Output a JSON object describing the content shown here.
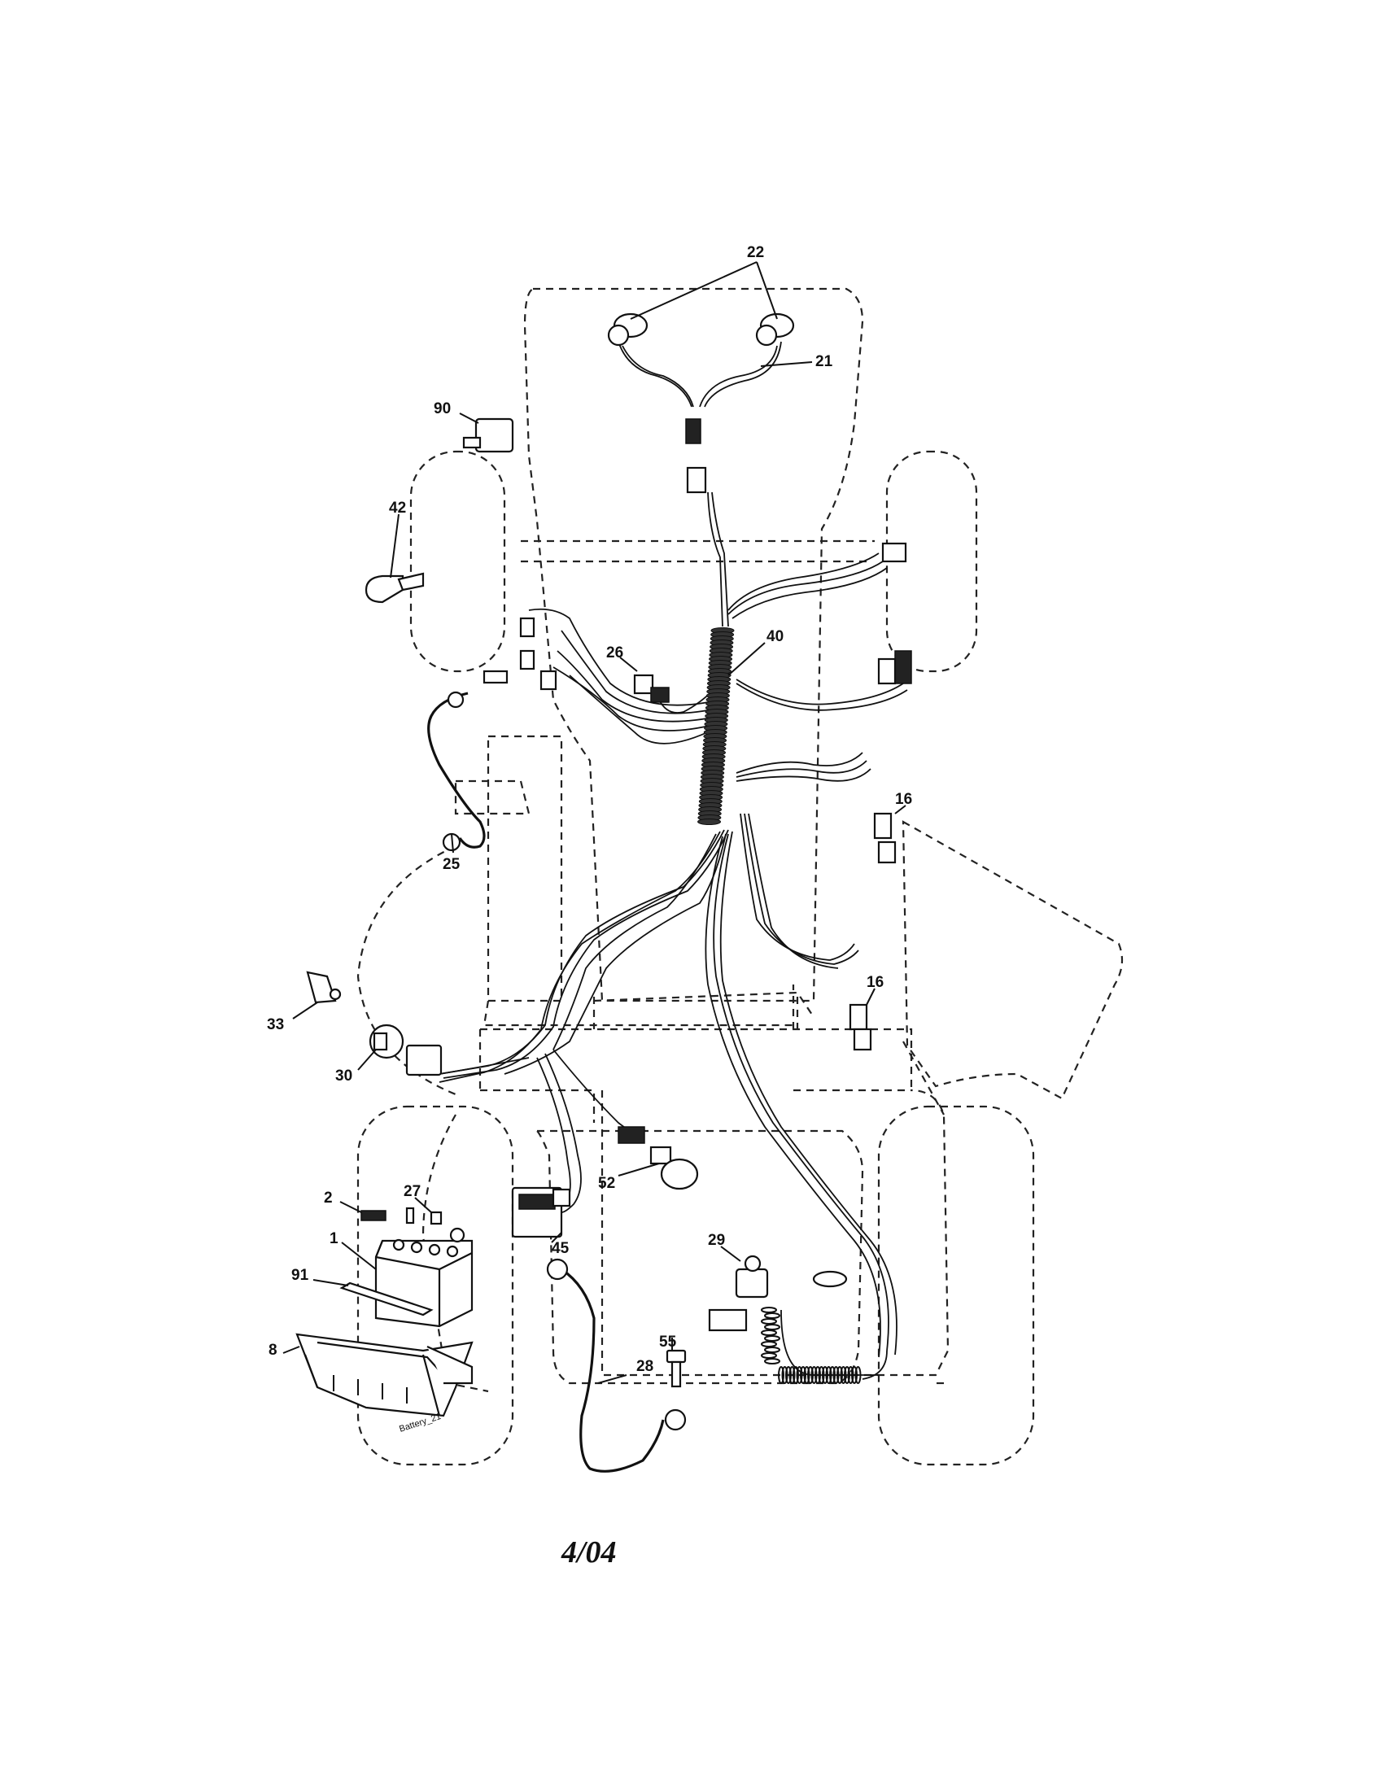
{
  "diagram": {
    "callouts": [
      {
        "label": "22"
      },
      {
        "label": "21"
      },
      {
        "label": "90"
      },
      {
        "label": "42"
      },
      {
        "label": "40"
      },
      {
        "label": "26"
      },
      {
        "label": "16"
      },
      {
        "label": "16"
      },
      {
        "label": "25"
      },
      {
        "label": "33"
      },
      {
        "label": "30"
      },
      {
        "label": "27"
      },
      {
        "label": "2"
      },
      {
        "label": "1"
      },
      {
        "label": "91"
      },
      {
        "label": "8"
      },
      {
        "label": "52"
      },
      {
        "label": "45"
      },
      {
        "label": "29"
      },
      {
        "label": "55"
      },
      {
        "label": "28"
      }
    ],
    "part_marking": "Battery_21",
    "footer_code": "4/04"
  }
}
